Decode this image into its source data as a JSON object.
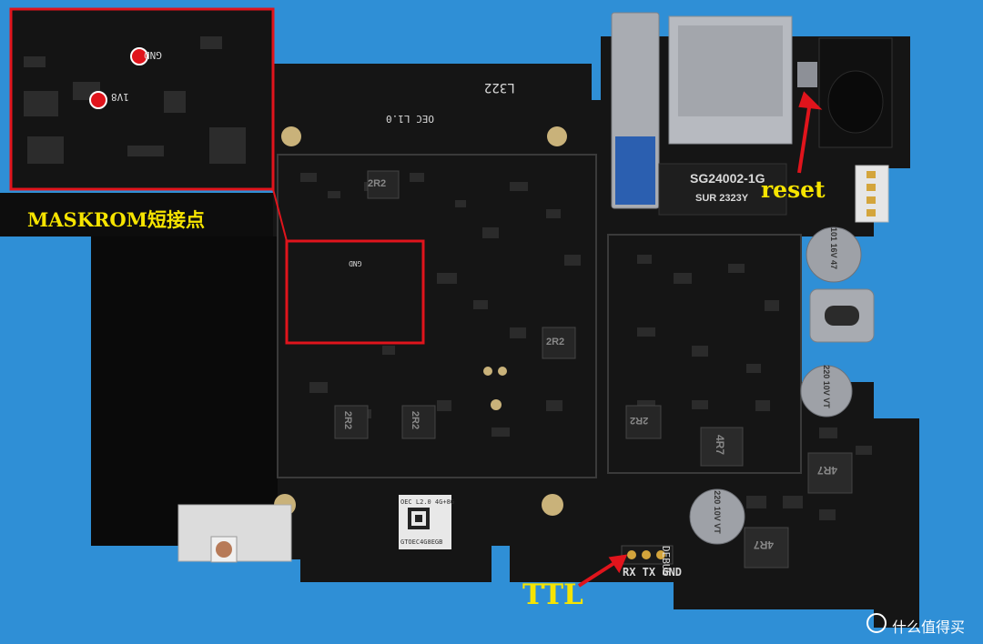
{
  "annotations": {
    "maskrom": "MASKROM短接点",
    "reset": "reset",
    "ttl": "TTL"
  },
  "silkscreen": {
    "debug_pins": "RX TX GND",
    "debug": "DEBUG",
    "gnd": "GND",
    "v18": "1V8",
    "board_rev": "OEC L1.0",
    "code": "L322",
    "sticker": "OEC L2.0 4G+8G",
    "sticker_id": "GTOEC4G8EGB",
    "ic_label": "SG24002-1G",
    "ic_sub": "SUR  2323Y",
    "cap1": "220 10V VT",
    "cap2": "101 16V 47",
    "inductor_2r2": "2R2",
    "inductor_4r7": "4R7"
  },
  "watermark": "什么值得买",
  "colors": {
    "background": "#2f8fd6",
    "pcb": "#151515",
    "annotation_text": "#f6e400",
    "highlight_box": "#e0141c",
    "pin_dot": "#e0141c"
  }
}
